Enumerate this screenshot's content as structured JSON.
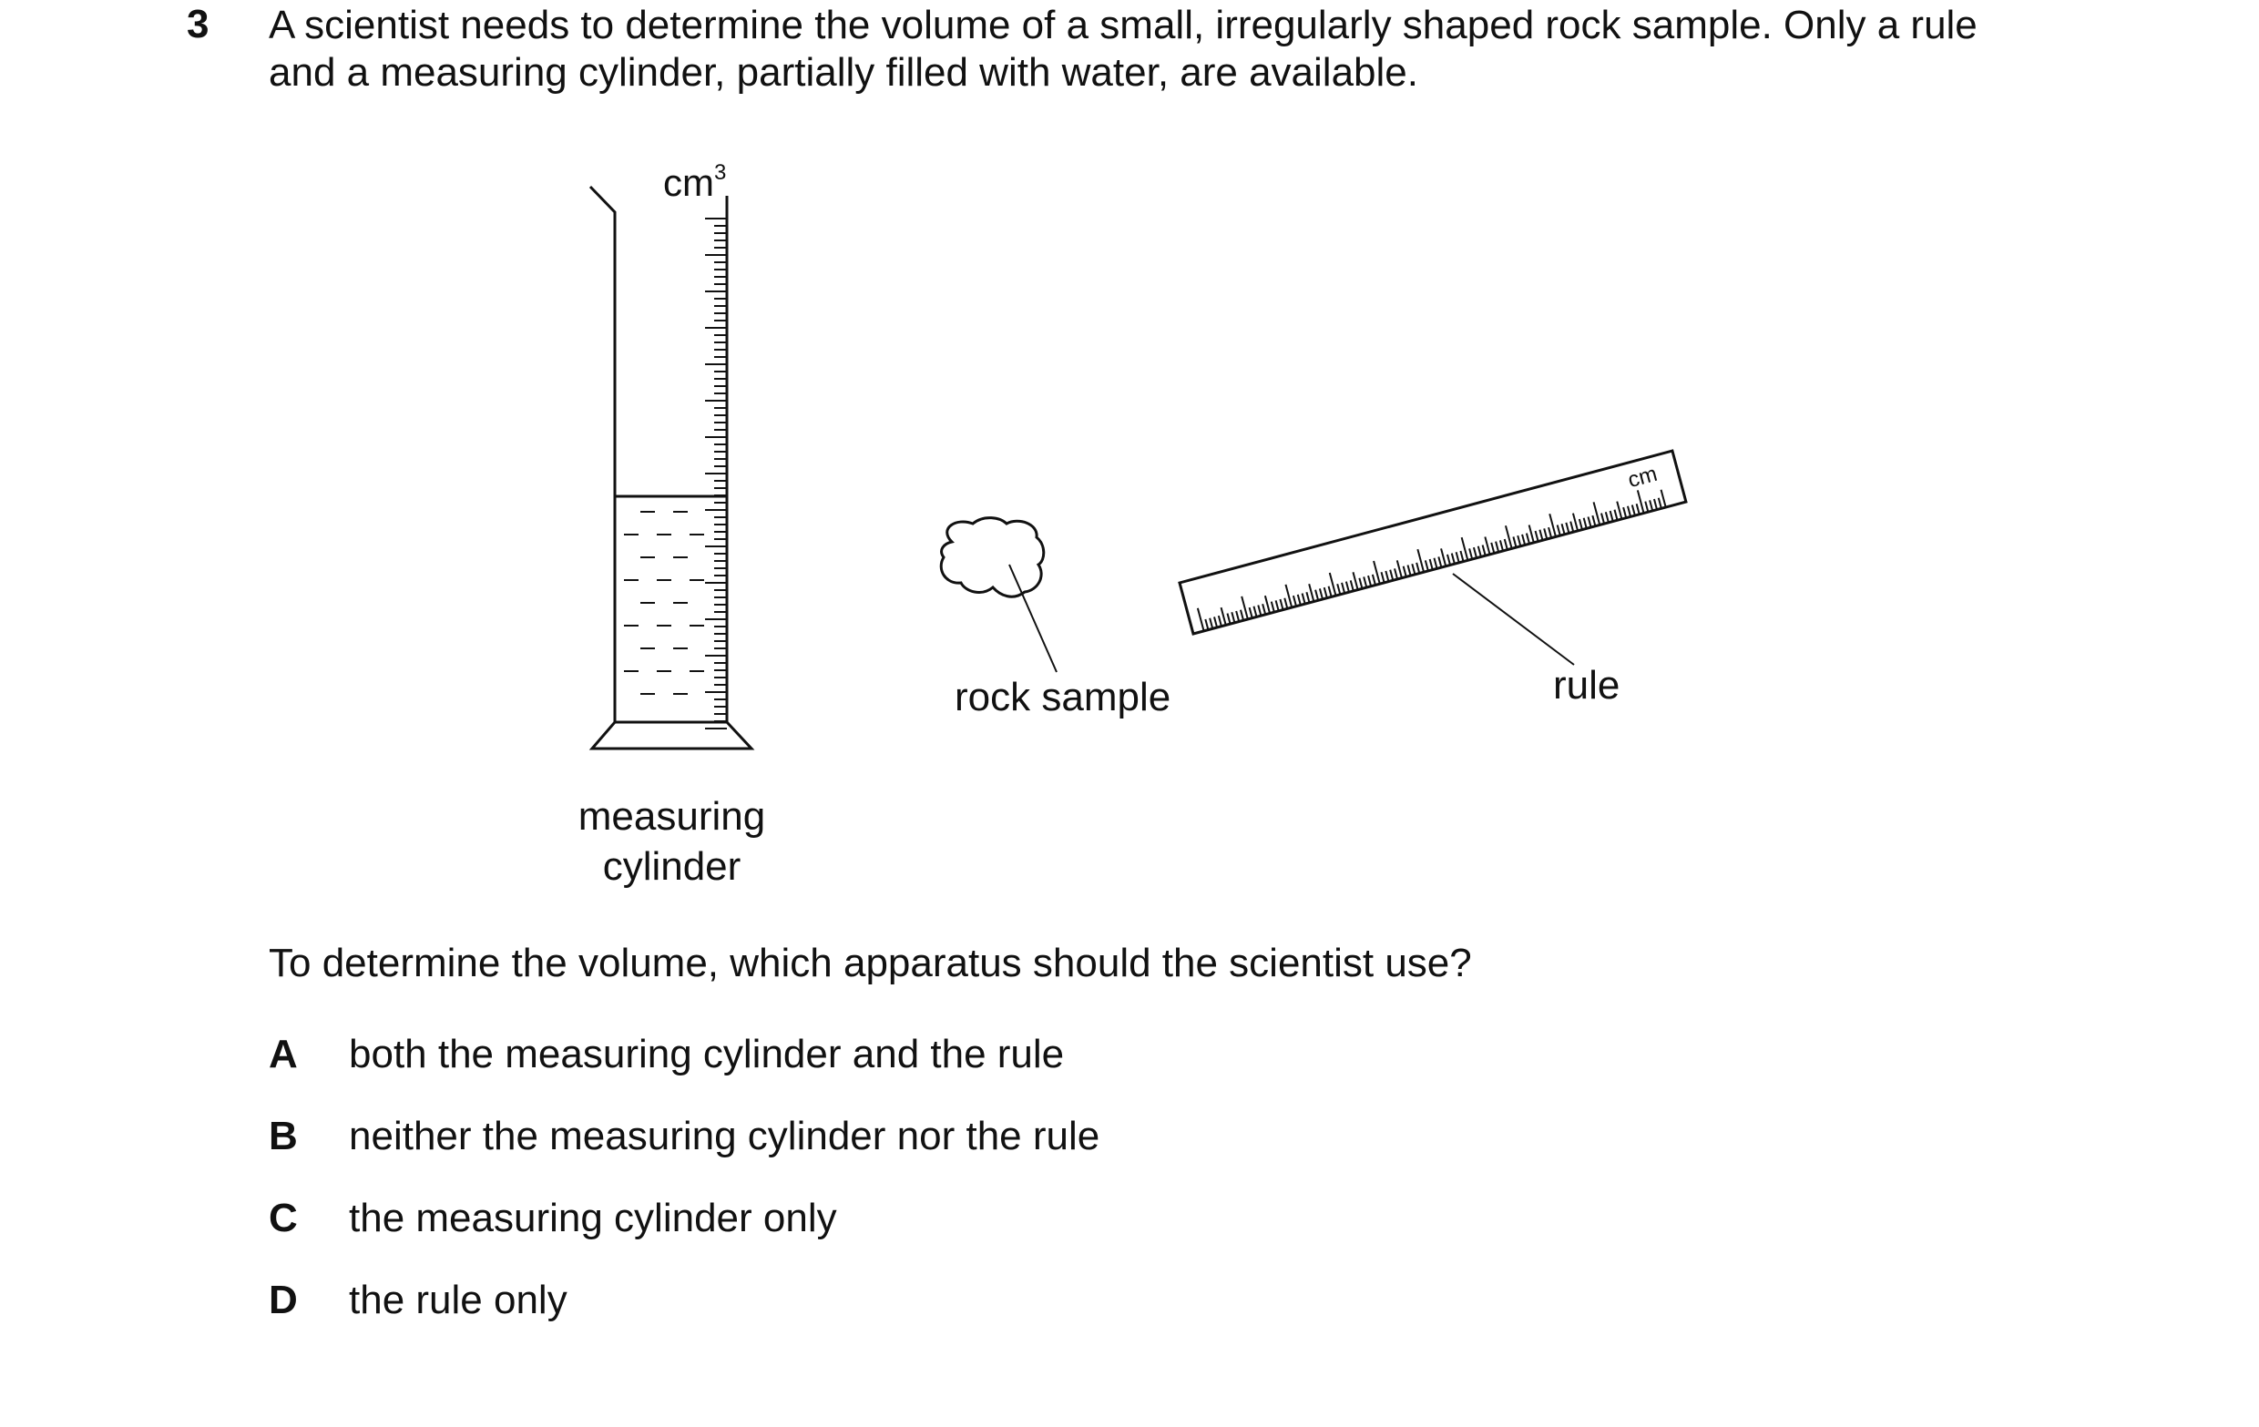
{
  "question": {
    "number": "3",
    "stem_lines": [
      "A scientist needs to determine the volume of a small, irregularly shaped rock sample. Only a rule",
      "and a measuring cylinder, partially filled with water, are available."
    ],
    "prompt": "To determine the volume, which apparatus should the scientist use?",
    "options": [
      {
        "letter": "A",
        "text": "both the measuring cylinder and the rule"
      },
      {
        "letter": "B",
        "text": "neither the measuring cylinder nor the rule"
      },
      {
        "letter": "C",
        "text": "the measuring cylinder only"
      },
      {
        "letter": "D",
        "text": "the rule only"
      }
    ]
  },
  "diagram": {
    "cylinder_unit": "cm",
    "cylinder_unit_sup": "3",
    "cylinder_label_line1": "measuring",
    "cylinder_label_line2": "cylinder",
    "rock_label": "rock sample",
    "rule_label": "rule",
    "rule_unit": "cm"
  }
}
